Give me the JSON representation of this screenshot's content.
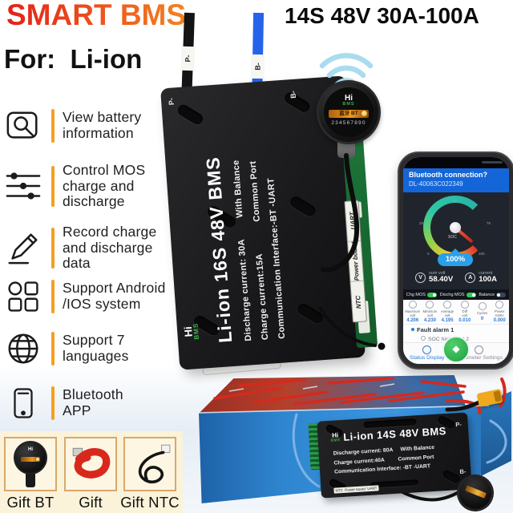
{
  "colors": {
    "brand_red": "#e32119",
    "brand_orange": "#f58220",
    "accent_bar": "#f5a01e",
    "banner_blue": "#1466d8",
    "gauge_teal": "#2fc6a6",
    "toggle_green": "#35c759",
    "value_blue": "#2e7cd6",
    "battery_blue": "#2f86d0",
    "busbar_red": "#d42a1e",
    "xt90_yellow": "#f0a81c",
    "cream_bg": "#fbf2da",
    "cream_border": "#d9a868",
    "pcb_green": "#1f7a3c"
  },
  "header": {
    "brand": "SMART BMS",
    "for_label": "For:  Li-ion",
    "spec": "14S 48V 30A-100A"
  },
  "features": [
    {
      "icon": "magnifier-icon",
      "label": "View battery\ninformation"
    },
    {
      "icon": "sliders-icon",
      "label": "Control MOS\ncharge and\ndischarge"
    },
    {
      "icon": "pencil-icon",
      "label": "Record charge\nand discharge\ndata"
    },
    {
      "icon": "app-grid-icon",
      "label": "Support Android\n/IOS system"
    },
    {
      "icon": "globe-icon",
      "label": "Support 7\nlanguages"
    },
    {
      "icon": "mobile-icon",
      "label": "Bluetooth\nAPP"
    }
  ],
  "board": {
    "logo_top": "Hi",
    "logo_sub": "BMS",
    "title": "Li-ion 16S 48V BMS",
    "spec1": "Discharge current: 30A        With Balance",
    "spec2": "Charge current:15A            Common Port",
    "spec3": "Communication Interface:-BT -UART",
    "corner_p": "P-",
    "corner_b": "B-",
    "wire_p": "P-",
    "wire_b": "B-",
    "ports": [
      "UART",
      "Power board",
      "NTC"
    ]
  },
  "dongle": {
    "logo_top": "Hi",
    "logo_sub": "BMS",
    "band": "蓝牙 BT",
    "serial": "234567890"
  },
  "phone": {
    "banner_title": "Bluetooth connection?",
    "banner_device": "DL-40063C022349",
    "gauge": {
      "center": "SOC",
      "badge": "100%",
      "ticks": [
        "0",
        "25",
        "50",
        "75",
        "100"
      ]
    },
    "readings": {
      "volt_icon": "V",
      "volt_label": "sum volt",
      "volt_value": "58.40V",
      "current_icon": "A",
      "current_label": "current",
      "current_value": "100A"
    },
    "toggles": [
      "Chg MOS",
      "Dischg MOS",
      "Balance"
    ],
    "stats": [
      {
        "label": "Maximum\nvolt",
        "value": "4.206"
      },
      {
        "label": "Minimum\nvolt",
        "value": "4.230"
      },
      {
        "label": "Average\nvolt",
        "value": "4.195"
      },
      {
        "label": "Diff\nvolt",
        "value": "0.010"
      },
      {
        "label": "Cycles",
        "value": "0"
      },
      {
        "label": "Power\nKWH",
        "value": "0.000"
      }
    ],
    "alarm_title": "Fault alarm 1",
    "alarm_item": "SOC high level 2",
    "nav_left": "Status Display",
    "nav_right": "Parameter Settings"
  },
  "battery_bms": {
    "logo_top": "Hi",
    "logo_sub": "BMS",
    "title": "Li-ion 14S 48V BMS",
    "spec1": "Discharge current: 80A     With Balance",
    "spec2": "Charge current:40A         Common Port",
    "spec3": "Communication Interface: -BT -UART",
    "label_p": "P-",
    "label_b": "B-",
    "ports": "NTC  Power board  UART"
  },
  "gifts": [
    {
      "label": "Gift BT"
    },
    {
      "label": "Gift Cable"
    },
    {
      "label": "Gift NTC"
    }
  ]
}
